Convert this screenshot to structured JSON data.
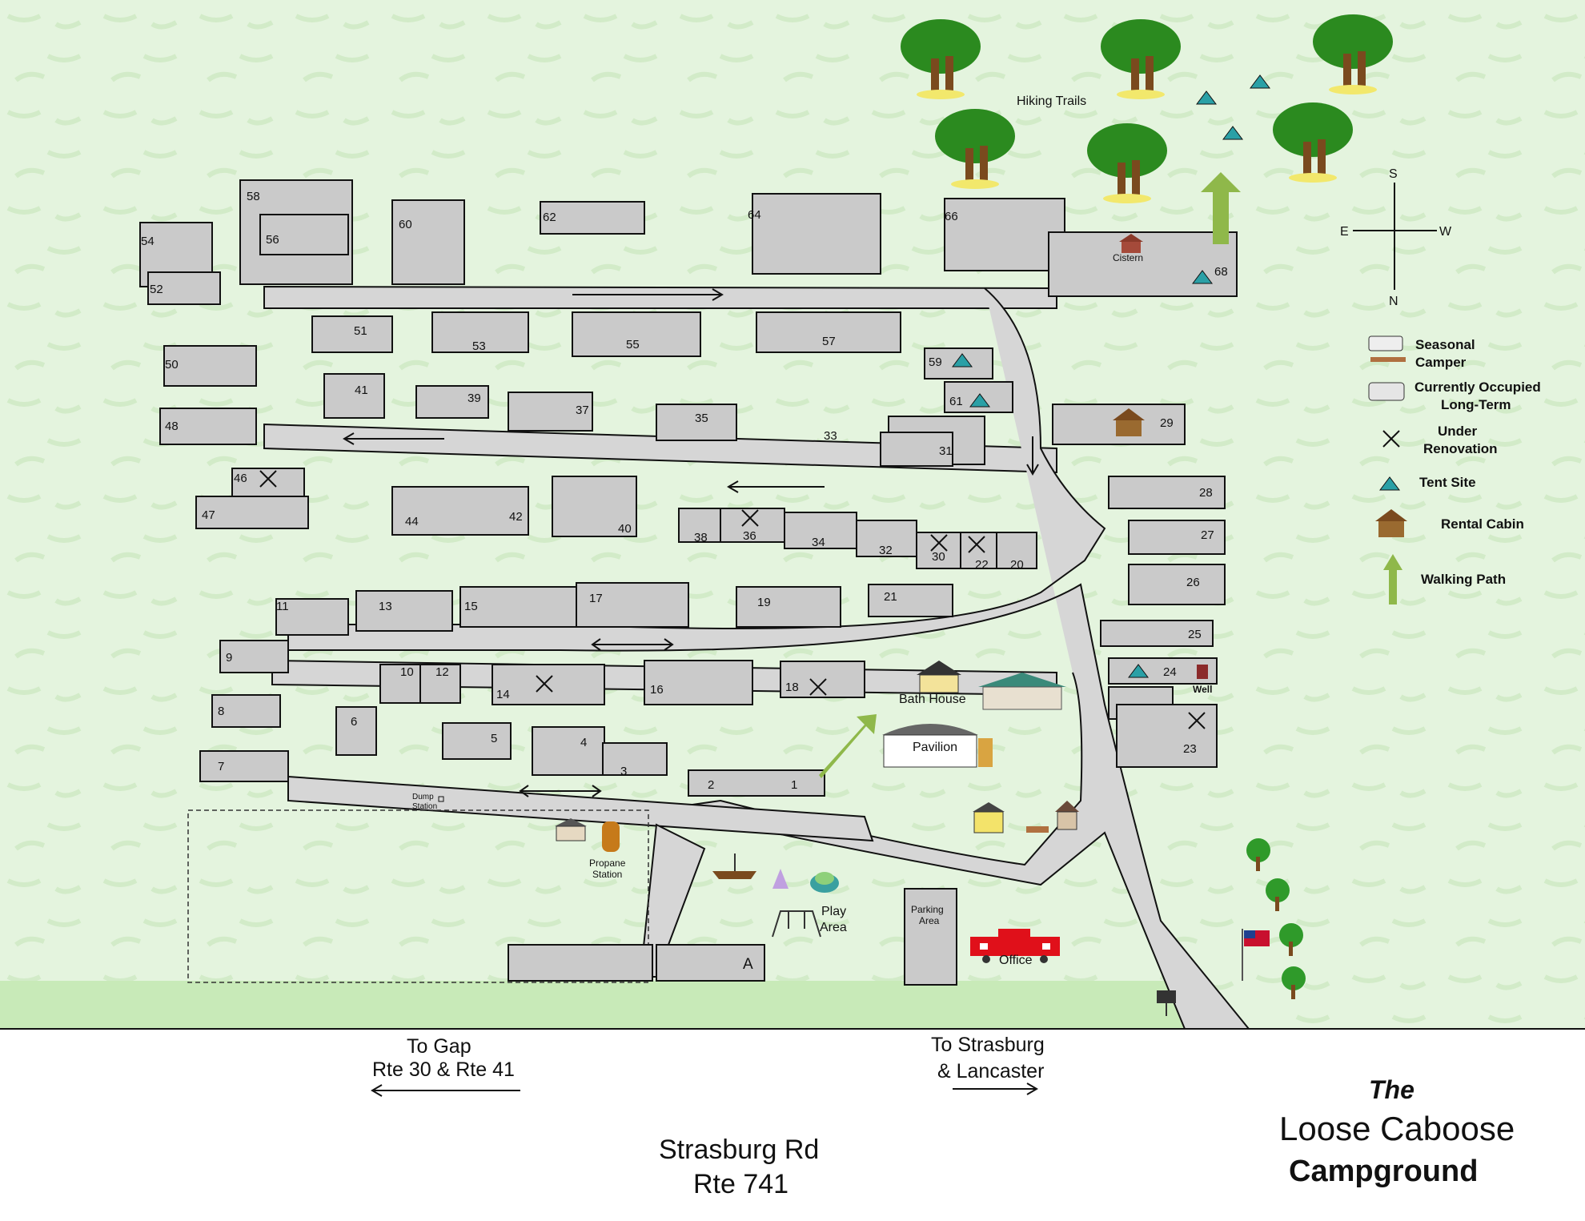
{
  "title": {
    "the": "The",
    "name": "Loose Caboose",
    "campground": "Campground"
  },
  "road": {
    "name": "Strasburg Rd",
    "route": "Rte 741",
    "to_gap": "To Gap",
    "to_gap_routes": "Rte 30 & Rte 41",
    "to_strasburg": "To Strasburg",
    "to_lancaster": "& Lancaster"
  },
  "compass": {
    "south": "S",
    "east": "E",
    "west": "W",
    "north": "N"
  },
  "legend": [
    {
      "icon": "seasonal-camper-icon",
      "line1": "Seasonal",
      "line2": "Camper"
    },
    {
      "icon": "long-term-camper-icon",
      "line1": "Currently Occupied",
      "line2": "Long-Term"
    },
    {
      "icon": "x-mark-icon",
      "line1": "Under",
      "line2": "Renovation"
    },
    {
      "icon": "tent-icon",
      "line1": "Tent Site",
      "line2": ""
    },
    {
      "icon": "cabin-icon",
      "line1": "Rental Cabin",
      "line2": ""
    },
    {
      "icon": "arrow-up-icon",
      "line1": "Walking Path",
      "line2": ""
    }
  ],
  "places": {
    "hiking_trails": "Hiking Trails",
    "cistern": "Cistern",
    "bath_house": "Bath House",
    "pavilion": "Pavilion",
    "well": "Well",
    "dump_station_1": "Dump",
    "dump_station_2": "Station",
    "propane_1": "Propane",
    "propane_2": "Station",
    "play_1": "Play",
    "play_2": "Area",
    "parking_1": "Parking",
    "parking_2": "Area",
    "office": "Office",
    "site_a": "A"
  },
  "sites": [
    "1",
    "2",
    "3",
    "4",
    "5",
    "6",
    "7",
    "8",
    "9",
    "10",
    "11",
    "12",
    "13",
    "14",
    "15",
    "16",
    "17",
    "18",
    "19",
    "20",
    "21",
    "22",
    "23",
    "24",
    "25",
    "26",
    "27",
    "28",
    "29",
    "30",
    "31",
    "32",
    "33",
    "34",
    "35",
    "36",
    "37",
    "38",
    "39",
    "40",
    "41",
    "42",
    "44",
    "46",
    "47",
    "48",
    "50",
    "51",
    "52",
    "53",
    "54",
    "55",
    "56",
    "57",
    "58",
    "59",
    "60",
    "61",
    "62",
    "64",
    "66",
    "68"
  ],
  "colors": {
    "grass": "#e3f3dc",
    "road": "#d6d6d6",
    "site": "#c9c9c9",
    "outline": "#111111",
    "caboose": "#e0101a",
    "arrow": "#8fb84a"
  }
}
